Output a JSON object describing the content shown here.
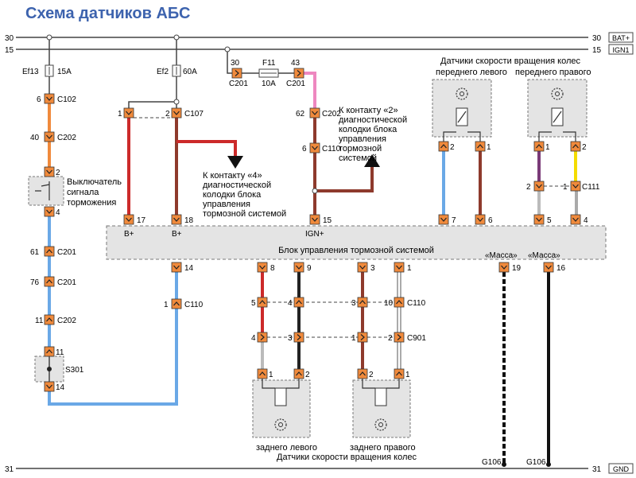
{
  "title": "Схема датчиков АБС",
  "rails": {
    "bat_num": "30",
    "bat_label": "BAT+",
    "ign_num": "15",
    "ign_label": "IGN1",
    "gnd_num": "31",
    "gnd_label": "GND"
  },
  "fuses": {
    "ef13": "Ef13",
    "ef13_rating": "15A",
    "ef2": "Ef2",
    "ef2_rating": "60A",
    "f11": "F11",
    "f11_rating": "10A"
  },
  "connectors": {
    "c102": "C102",
    "c202": "C202",
    "c201": "C201",
    "c107": "C107",
    "c110": "C110",
    "c111": "C111",
    "c901": "C901",
    "s301": "S301",
    "g106": "G106"
  },
  "pins": {
    "p1": "1",
    "p2": "2",
    "p3": "3",
    "p4": "4",
    "p5": "5",
    "p6": "6",
    "p7": "7",
    "p8": "8",
    "p9": "9",
    "p10": "10",
    "p11": "11",
    "p14": "14",
    "p15": "15",
    "p16": "16",
    "p17": "17",
    "p18": "18",
    "p19": "19",
    "p30": "30",
    "p40": "40",
    "p43": "43",
    "p61": "61",
    "p62": "62",
    "p76": "76"
  },
  "labels": {
    "brake_switch": [
      "Выключатель",
      "сигнала",
      "торможения"
    ],
    "pin4_note": [
      "К контакту «4»",
      "диагностической",
      "колодки блока",
      "управления",
      "тормозной системой"
    ],
    "pin2_note": [
      "К контакту «2»",
      "диагностической",
      "колодки блока",
      "управления",
      "тормозной",
      "системой"
    ],
    "front_sensors": [
      "Датчики скорости вращения колес",
      "переднего левого",
      "переднего правого"
    ],
    "module": "Блок управления тормозной системой",
    "b_plus": "B+",
    "ign_plus": "IGN+",
    "massa": "«Масса»",
    "rear_left": "заднего левого",
    "rear_right": "заднего правого",
    "rear_sensors": "Датчики скорости вращения колес"
  },
  "colors": {
    "title": "#3d63ae",
    "connector": "#f08a3c",
    "module_fill": "#e4e4e4",
    "orange_wire": "#f08a3c",
    "blue_wire": "#6aa8e6",
    "red_wire": "#cc2a2a",
    "brown_wire": "#8e3a2c",
    "pink_wire": "#ee88c0",
    "purple_wire": "#7a3a78",
    "yellow_wire": "#f4dc00"
  }
}
